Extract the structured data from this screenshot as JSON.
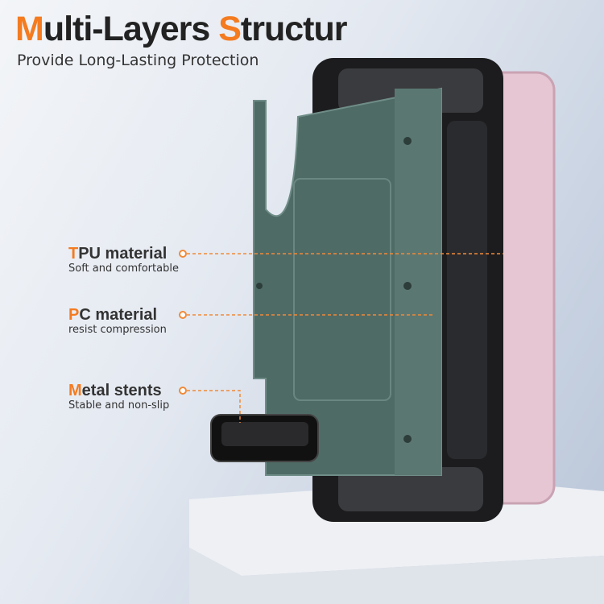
{
  "title": {
    "first_letter": "M",
    "rest1": "ulti-Layers ",
    "second_letter": "S",
    "rest2": "tructur"
  },
  "subtitle": "Provide Long-Lasting Protection",
  "features": [
    {
      "accent": "T",
      "heading": "PU material",
      "desc": "Soft and comfortable"
    },
    {
      "accent": "P",
      "heading": "C material",
      "desc": "resist compression"
    },
    {
      "accent": "M",
      "heading": "etal stents",
      "desc": "Stable and non-slip"
    }
  ],
  "colors": {
    "accent": "#f47b20",
    "plate": "#4f6b66",
    "case": "#1c1c1e",
    "phone": "#e7c6d3"
  }
}
